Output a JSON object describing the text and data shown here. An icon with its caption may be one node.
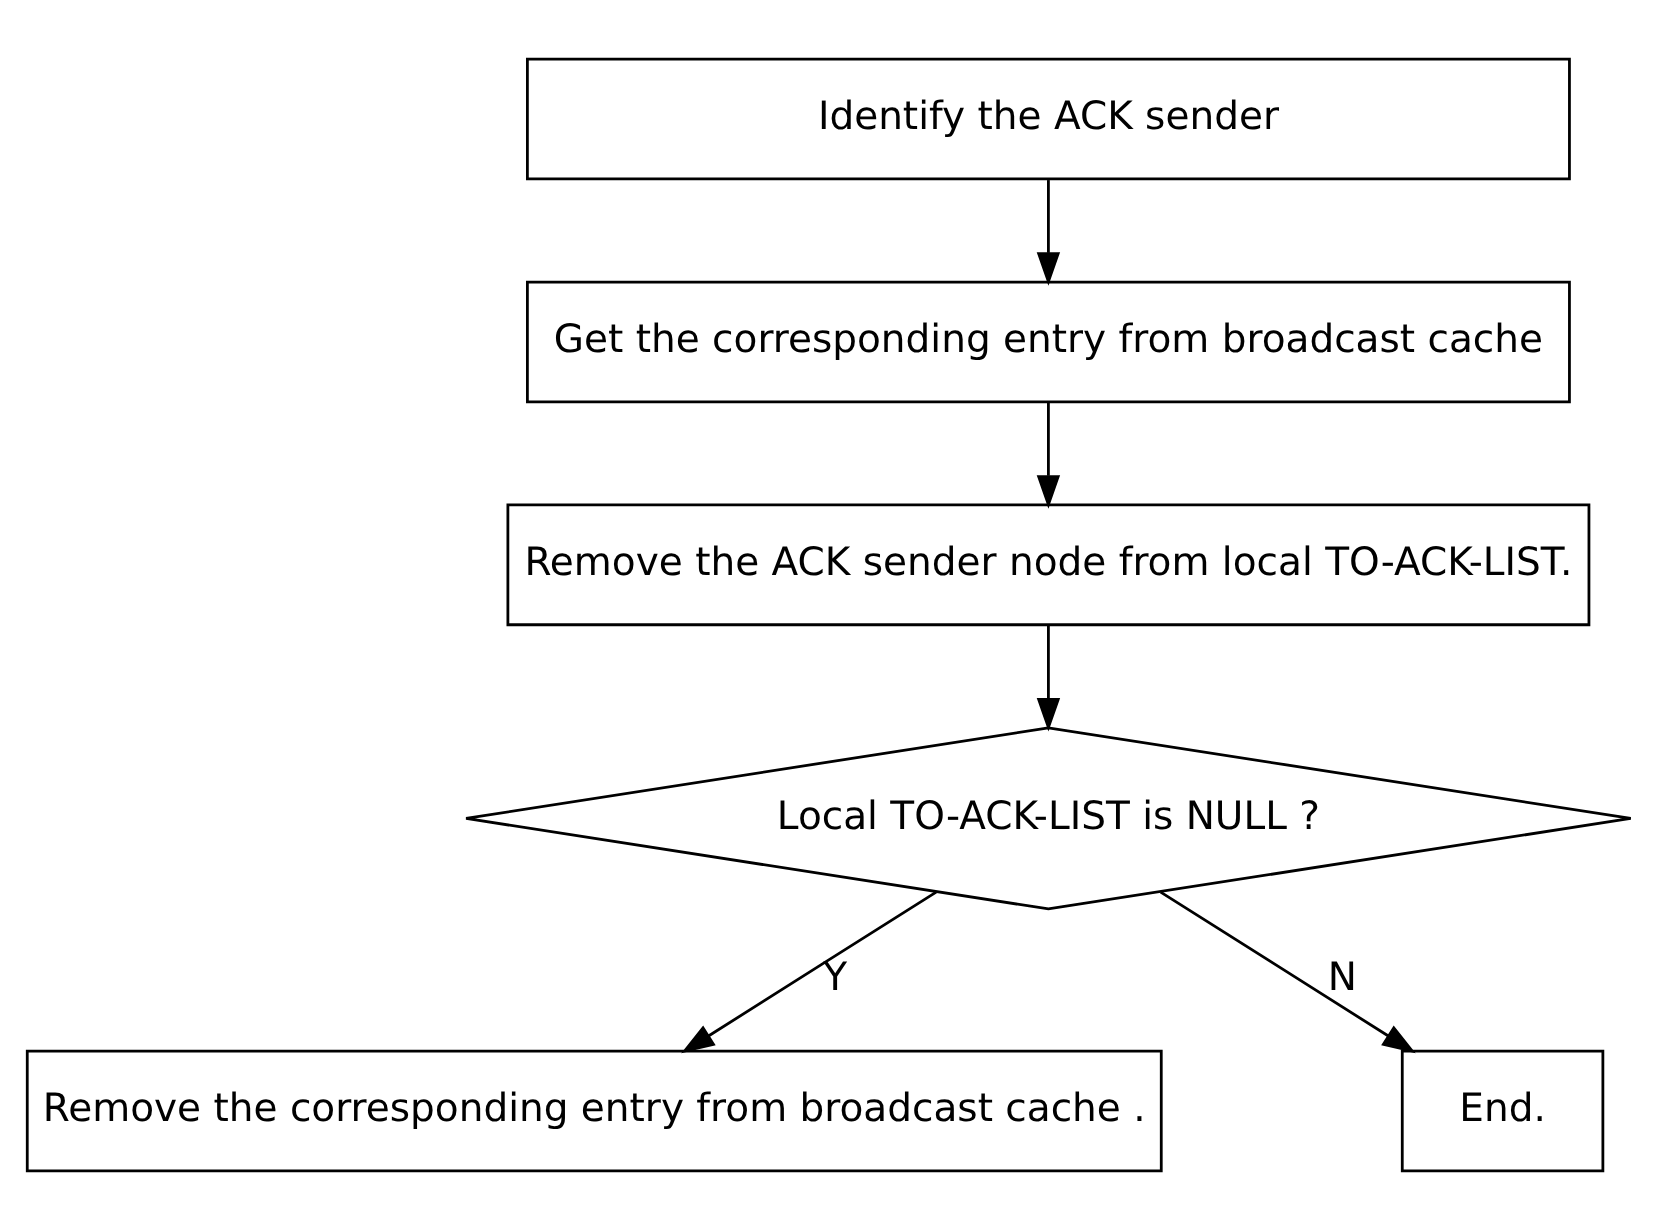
{
  "diagram": {
    "nodes": [
      {
        "text": [
          "Identify the ACK sender"
        ]
      },
      {
        "text": [
          "Get the corresponding entry from broadcast cache"
        ]
      },
      {
        "text": [
          "Remove the ACK sender node from local TO-ACK-LIST."
        ]
      },
      {
        "text": [
          "Local TO-ACK-LIST is NULL ?"
        ]
      },
      {
        "text": [
          "Remove the corresponding entry from broadcast cache ."
        ]
      },
      {
        "text": [
          "End."
        ]
      }
    ],
    "edges": [
      {
        "from": 0,
        "to": 1,
        "arrow": "to"
      },
      {
        "from": 1,
        "to": 2,
        "arrow": "to"
      },
      {
        "from": 2,
        "to": 3,
        "arrow": "to"
      },
      {
        "from": 3,
        "to": 4,
        "arrow": "to",
        "label": "Y"
      },
      {
        "from": 3,
        "to": 5,
        "arrow": "to",
        "label": "N"
      }
    ]
  }
}
